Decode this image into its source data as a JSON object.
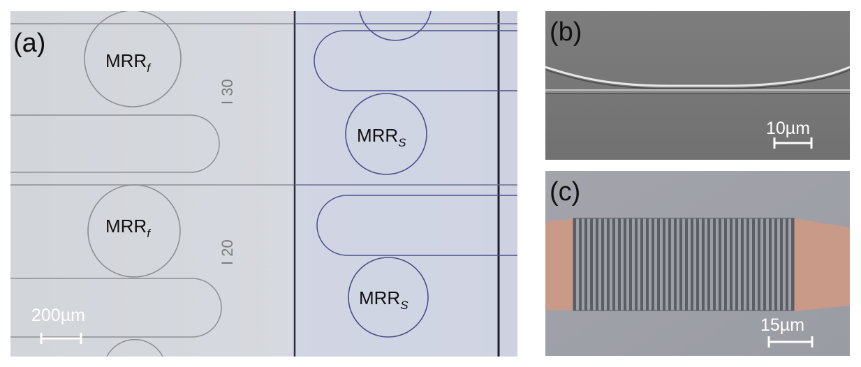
{
  "panels": {
    "a": {
      "label": "(a)",
      "ring_left_1": {
        "main": "MRR",
        "sub": "f"
      },
      "ring_left_2": {
        "main": "MRR",
        "sub": "f"
      },
      "ring_right_1": {
        "main": "MRR",
        "sub": "S"
      },
      "ring_right_2": {
        "main": "MRR",
        "sub": "S"
      },
      "device_number_1": "I 30",
      "device_number_2": "I 20",
      "scale_bar": "200µm"
    },
    "b": {
      "label": "(b)",
      "scale_bar": "10µm"
    },
    "c": {
      "label": "(c)",
      "scale_bar": "15µm"
    }
  },
  "colors": {
    "panel_a_background": "#d4d8df",
    "panel_a_right_background": "#cfd3e3",
    "panel_b_background": "#787878",
    "panel_c_background": "#9c9ea6",
    "heater_pad": "#c99a87",
    "right_ring": "#4b4f8a"
  }
}
